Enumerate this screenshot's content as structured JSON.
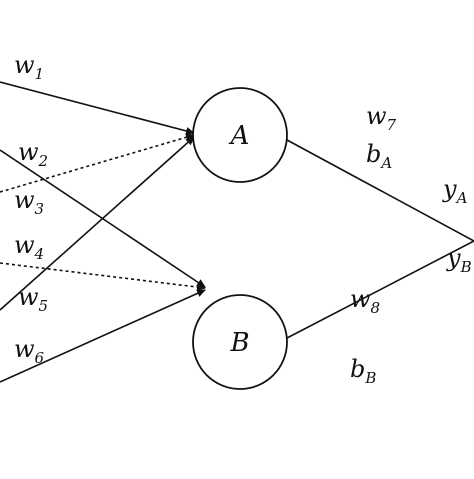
{
  "nodes": {
    "a": "A",
    "b": "B"
  },
  "weights": {
    "w1": {
      "base": "w",
      "sub": "1"
    },
    "w2": {
      "base": "w",
      "sub": "2"
    },
    "w3": {
      "base": "w",
      "sub": "3"
    },
    "w4": {
      "base": "w",
      "sub": "4"
    },
    "w5": {
      "base": "w",
      "sub": "5"
    },
    "w6": {
      "base": "w",
      "sub": "6"
    },
    "w7": {
      "base": "w",
      "sub": "7"
    },
    "w8": {
      "base": "w",
      "sub": "8"
    }
  },
  "biases": {
    "ba": {
      "base": "b",
      "sub": "A"
    },
    "bb": {
      "base": "b",
      "sub": "B"
    }
  },
  "outputs": {
    "ya": {
      "base": "y",
      "sub": "A"
    },
    "yb": {
      "base": "y",
      "sub": "B"
    }
  }
}
